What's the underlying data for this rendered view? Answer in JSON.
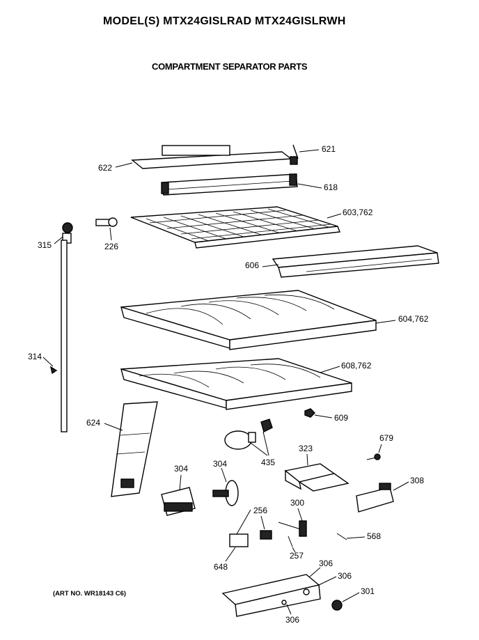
{
  "header": {
    "model": "MODEL(S) MTX24GISLRAD  MTX24GISLRWH",
    "section": "COMPARTMENT SEPARATOR PARTS"
  },
  "art_number": "(ART NO. WR18143 C6)",
  "callouts": [
    {
      "id": "621"
    },
    {
      "id": "622"
    },
    {
      "id": "618"
    },
    {
      "id": "603,762"
    },
    {
      "id": "315"
    },
    {
      "id": "226"
    },
    {
      "id": "606"
    },
    {
      "id": "604,762"
    },
    {
      "id": "314"
    },
    {
      "id": "608,762"
    },
    {
      "id": "609"
    },
    {
      "id": "624"
    },
    {
      "id": "679"
    },
    {
      "id": "435"
    },
    {
      "id": "323"
    },
    {
      "id": "304"
    },
    {
      "id": "304"
    },
    {
      "id": "308"
    },
    {
      "id": "300"
    },
    {
      "id": "256"
    },
    {
      "id": "568"
    },
    {
      "id": "257"
    },
    {
      "id": "648"
    },
    {
      "id": "306"
    },
    {
      "id": "306"
    },
    {
      "id": "301"
    },
    {
      "id": "306"
    }
  ]
}
